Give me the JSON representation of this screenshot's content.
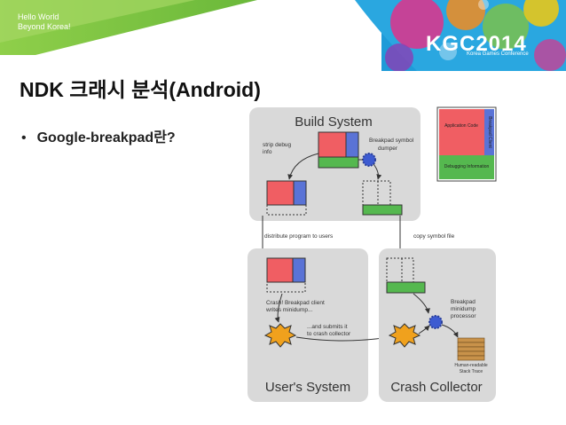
{
  "banner": {
    "hello_line1": "Hello World",
    "hello_line2": "Beyond Korea!",
    "logo_text": "KGC2014",
    "logo_subtitle": "Korea Games Conference",
    "colors": {
      "green": "#7fc342",
      "blue": "#2e9fd6",
      "pink": "#e0318a"
    }
  },
  "slide": {
    "title": "NDK 크래시 분석(Android)",
    "bullet": "Google-breakpad란?"
  },
  "diagram": {
    "build_system": "Build System",
    "users_system": "User's System",
    "crash_collector": "Crash Collector",
    "strip_line1": "strip debug",
    "strip_line2": "info",
    "dumper_line1": "Breakpad symbol",
    "dumper_line2": "dumper",
    "distribute": "distribute program to users",
    "copy_symbol": "copy symbol file",
    "crash_line1": "Crash!  Breakpad client",
    "crash_line2": "writes minidump...",
    "submit_line1": "...and submits it",
    "submit_line2": "to crash collector",
    "proc_line1": "Breakpad",
    "proc_line2": "minidump",
    "proc_line3": "processor",
    "stack_line1": "Human-readable",
    "stack_line2": "Stack Trace",
    "legend_app": "Application Code",
    "legend_debug": "Debugging Information",
    "legend_prog": "Breakpad Client",
    "colors": {
      "red": "#f05e63",
      "blue": "#5a73d6",
      "green": "#55b84f",
      "box": "#d9d9d9"
    }
  }
}
